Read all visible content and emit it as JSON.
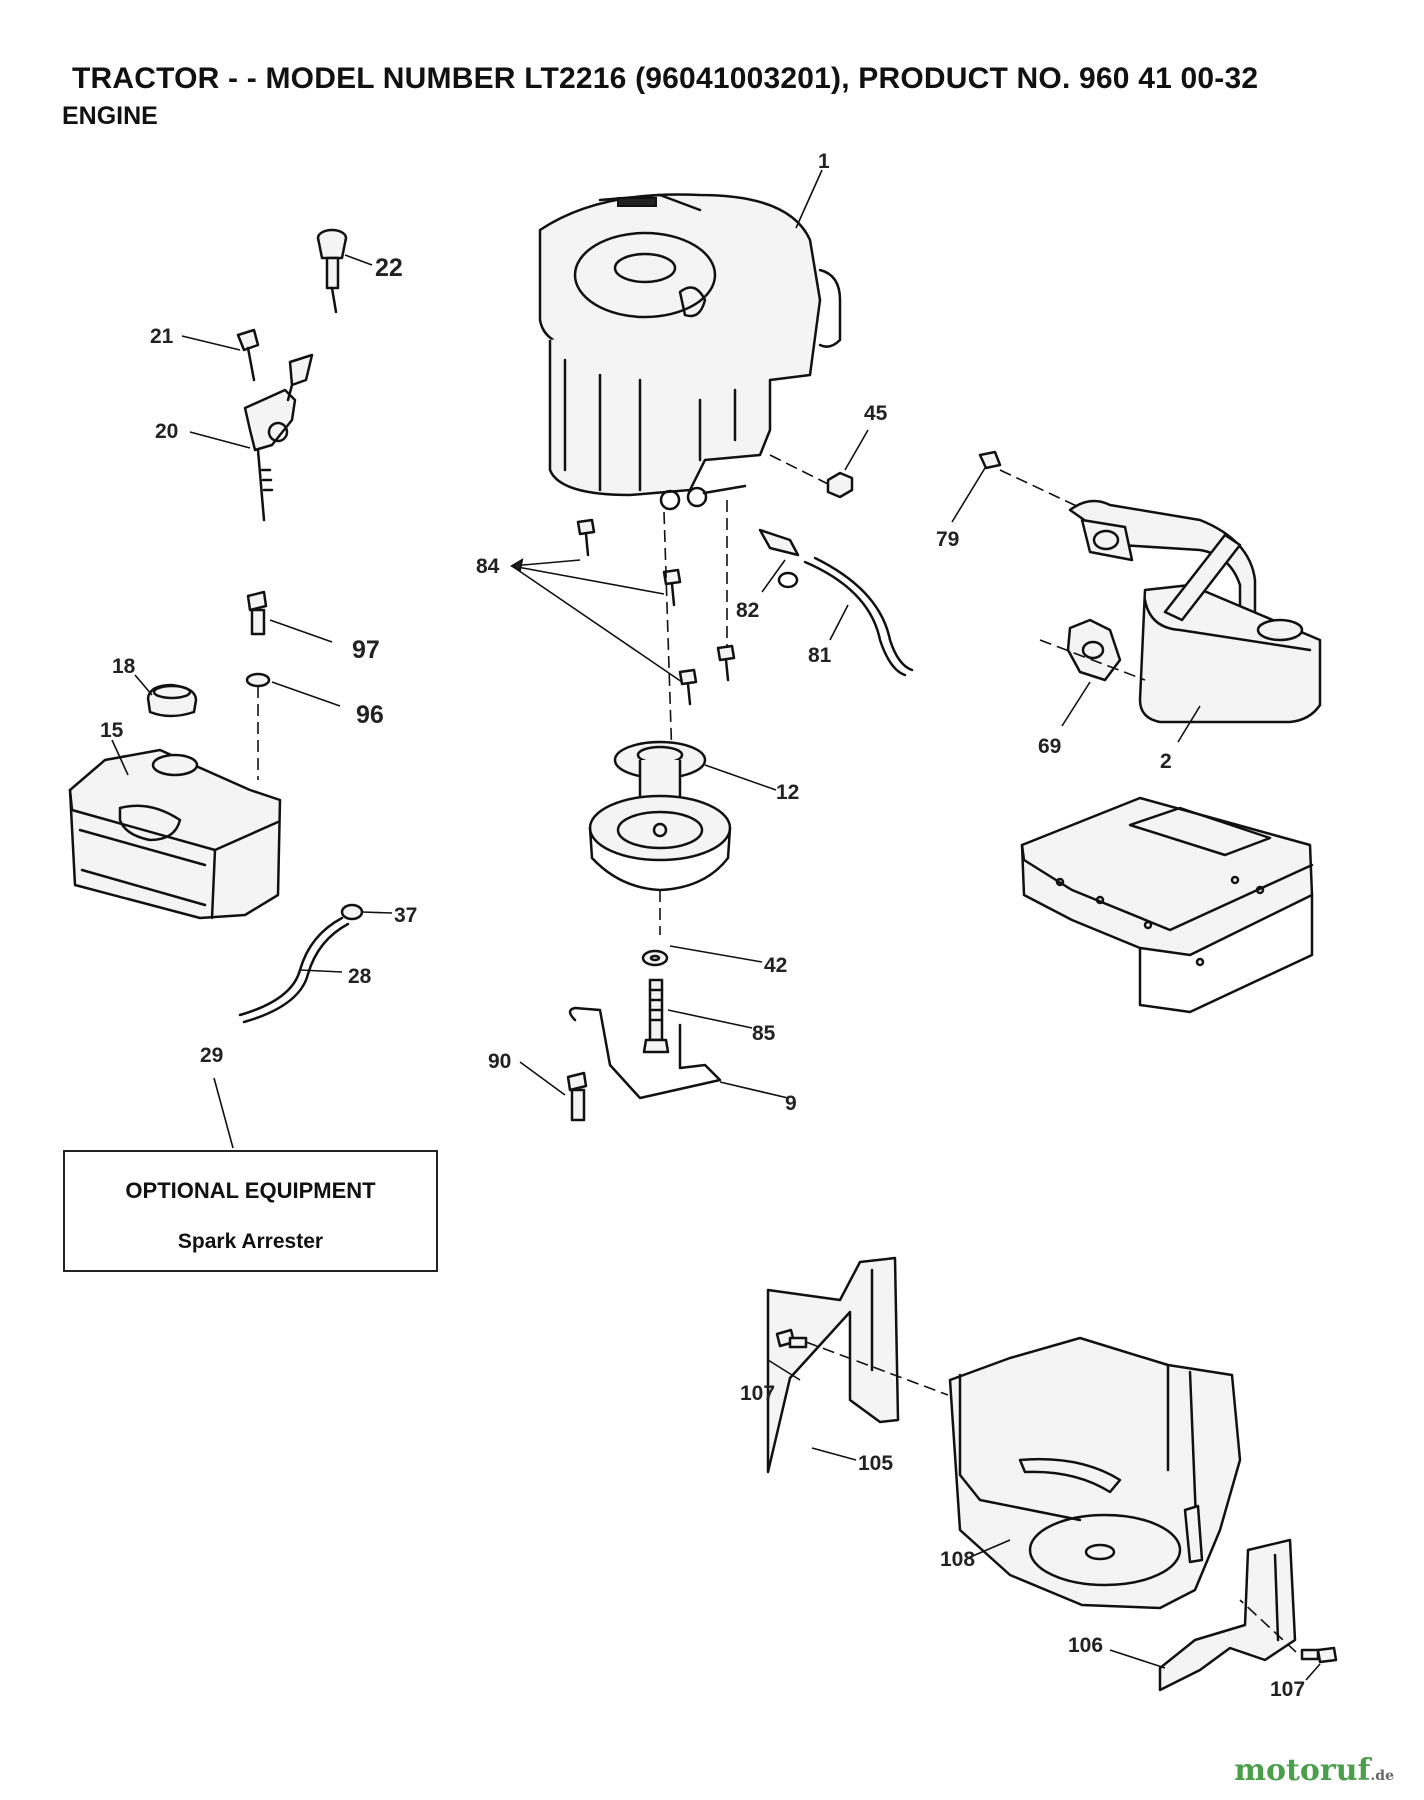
{
  "header": {
    "title": "TRACTOR - - MODEL NUMBER LT2216 (96041003201), PRODUCT NO. 960 41 00-32",
    "subtitle": "ENGINE"
  },
  "optional_box": {
    "title": "OPTIONAL EQUIPMENT",
    "item": "Spark Arrester"
  },
  "callouts": {
    "c1": "1",
    "c22": "22",
    "c21": "21",
    "c20": "20",
    "c45": "45",
    "c79": "79",
    "c84": "84",
    "c82": "82",
    "c81": "81",
    "c97": "97",
    "c96": "96",
    "c18": "18",
    "c15": "15",
    "c69": "69",
    "c2": "2",
    "c12": "12",
    "c37": "37",
    "c28": "28",
    "c42": "42",
    "c85": "85",
    "c29": "29",
    "c90": "90",
    "c9": "9",
    "c107a": "107",
    "c105": "105",
    "c108": "108",
    "c106": "106",
    "c107b": "107"
  },
  "watermark": {
    "brand": "motoruf",
    "tld": ".de",
    "color": "#4aa04a"
  }
}
